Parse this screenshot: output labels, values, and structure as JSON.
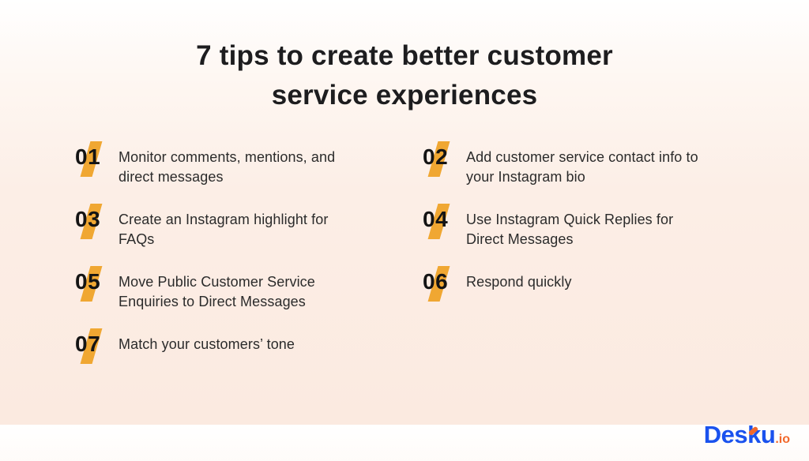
{
  "title": "7 tips to create better customer\nservice experiences",
  "tips": [
    {
      "number": "01",
      "text": "Monitor comments, mentions, and\ndirect messages"
    },
    {
      "number": "02",
      "text": "Add customer service contact info to\nyour Instagram bio"
    },
    {
      "number": "03",
      "text": "Create an Instagram highlight for\nFAQs"
    },
    {
      "number": "04",
      "text": "Use Instagram Quick Replies for\nDirect Messages"
    },
    {
      "number": "05",
      "text": "Move Public Customer Service\nEnquiries to Direct Messages"
    },
    {
      "number": "06",
      "text": "Respond quickly"
    },
    {
      "number": "07",
      "text": "Match your customers’ tone"
    }
  ],
  "logo": {
    "brand": "Desku",
    "suffix": ".io"
  },
  "colors": {
    "accent_yellow": "#F0A732",
    "title_text": "#1D1D1F",
    "body_text": "#2B2B2B",
    "brand_blue": "#1A52EE",
    "brand_orange": "#F2692C",
    "bg_top": "#FFFFFF",
    "bg_bottom": "#FBEAE0"
  }
}
